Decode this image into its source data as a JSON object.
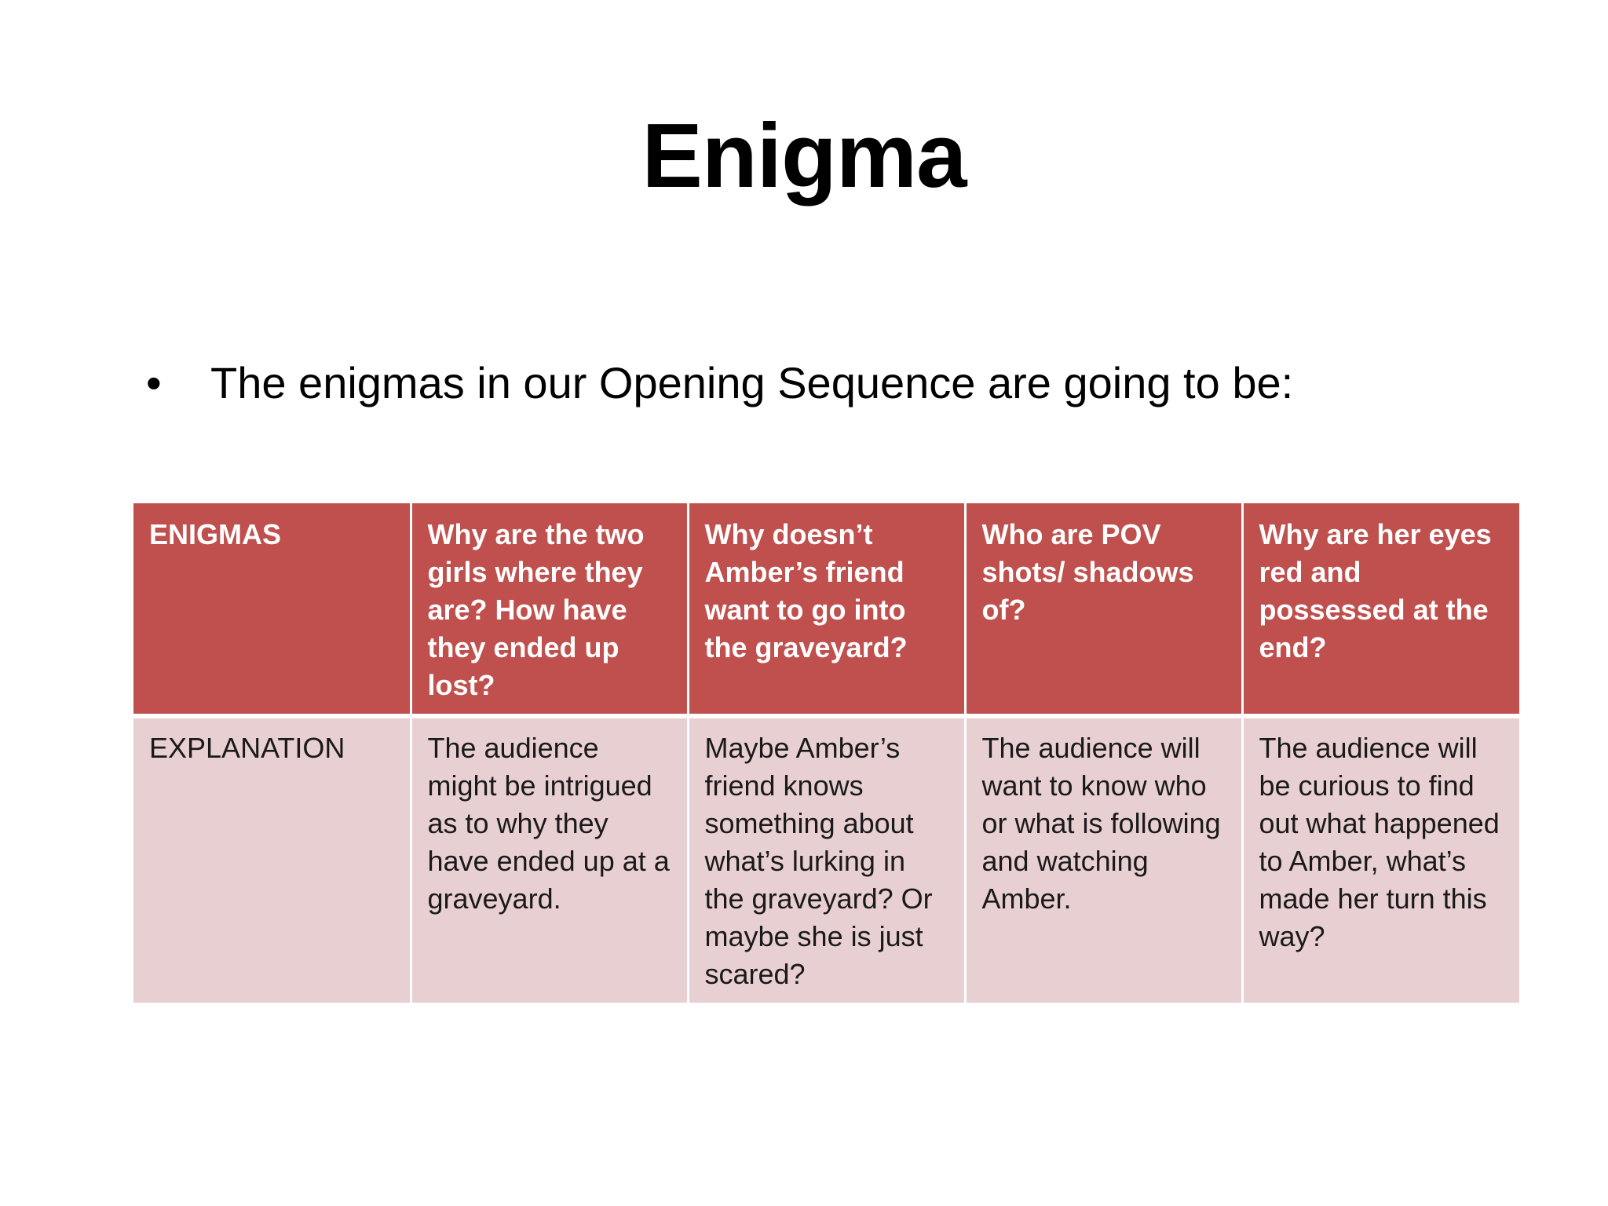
{
  "slide": {
    "title": "Enigma",
    "bullet_symbol": "•",
    "bullet_text": "The enigmas in our Opening Sequence are going to be:"
  },
  "table": {
    "header": [
      "ENIGMAS",
      "Why are the two girls where they are? How have they ended up lost?",
      "Why doesn’t Amber’s friend want to go into the graveyard?",
      "Who are POV shots/ shadows of?",
      "Why are her eyes red and possessed at the end?"
    ],
    "row": [
      "EXPLANATION",
      "The audience might be intrigued as to why they have ended up at a graveyard.",
      "Maybe Amber’s friend knows something about what’s lurking in the graveyard? Or maybe she is just scared?",
      "The audience will want to know who or what is following and watching Amber.",
      "The audience will be curious to find out what happened to Amber, what’s made her turn this way?"
    ]
  },
  "colors": {
    "header_bg": "#c0504d",
    "body_bg": "#e8cfd2",
    "header_text": "#ffffff"
  }
}
